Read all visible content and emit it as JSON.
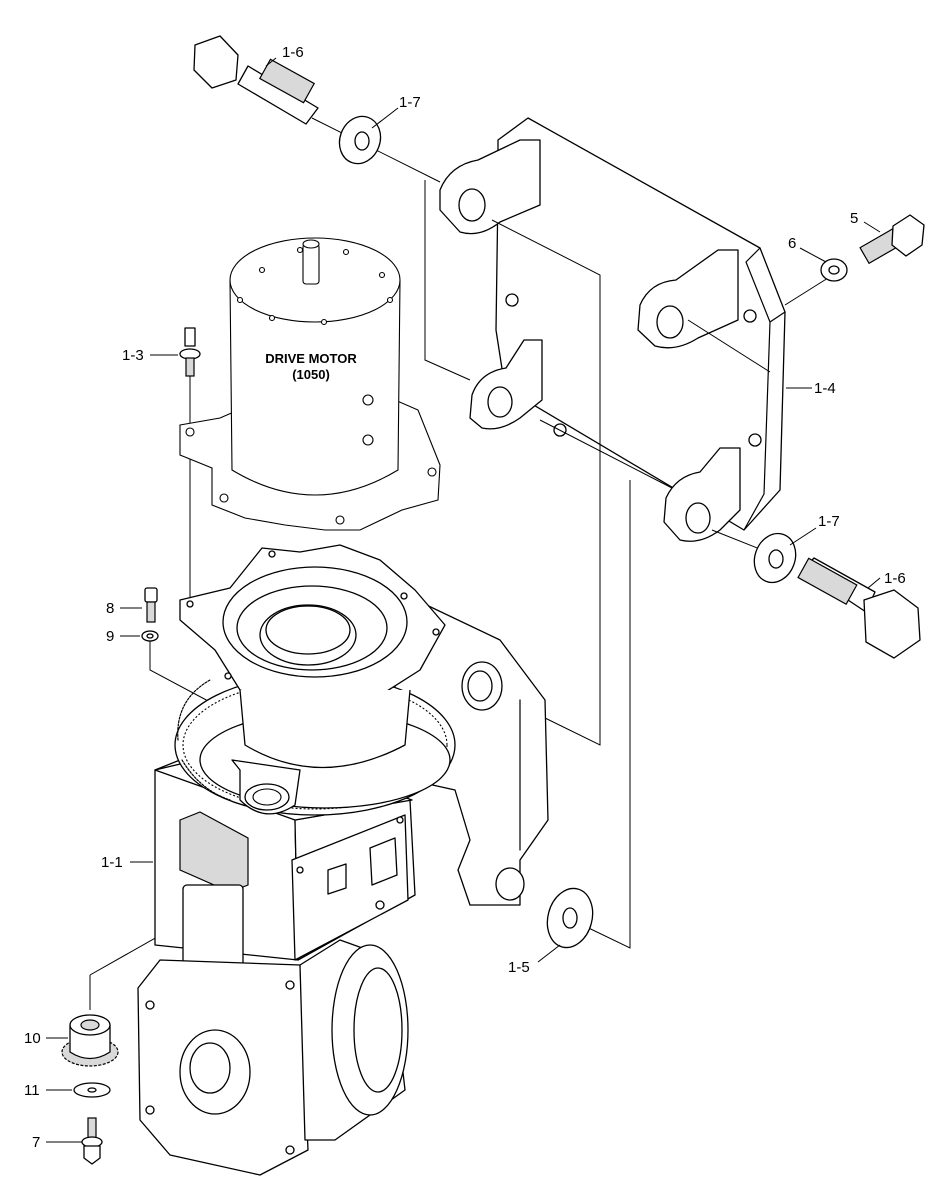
{
  "diagram": {
    "motor": {
      "name": "DRIVE MOTOR",
      "code": "(1050)"
    },
    "callouts": {
      "bolt_top": "1-6",
      "washer_top": "1-7",
      "screw_motor": "1-3",
      "bolt_5": "5",
      "washer_6": "6",
      "plate": "1-4",
      "washer_right": "1-7",
      "bolt_right": "1-6",
      "screw_8": "8",
      "washer_9": "9",
      "housing": "1-1",
      "washer_1_5": "1-5",
      "pinion": "10",
      "washer_11": "11",
      "screw_7": "7"
    }
  }
}
